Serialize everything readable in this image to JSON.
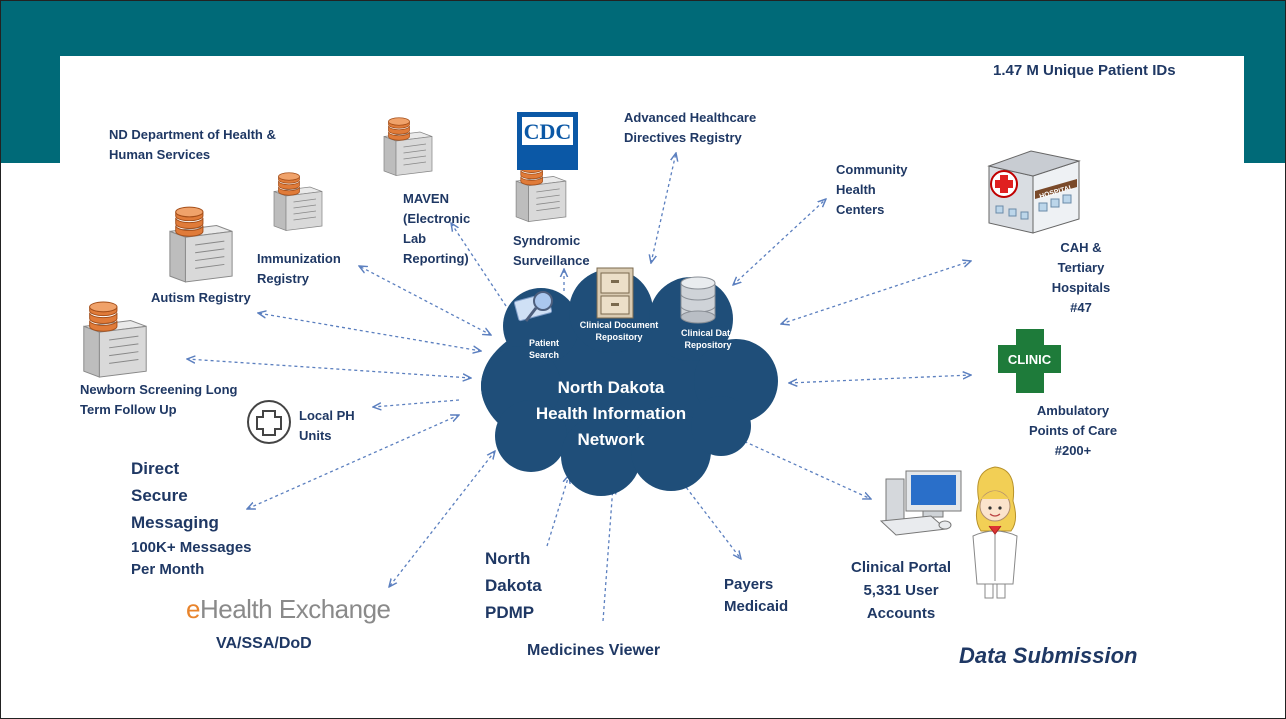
{
  "header": {
    "patient_ids": "1.47 M Unique Patient IDs"
  },
  "hub": {
    "title": "North Dakota\nHealth Information\nNetwork",
    "patient_search": "Patient\nSearch",
    "clinical_document_repository": "Clinical Document\nRepository",
    "clinical_data_repository": "Clinical Data\nRepository"
  },
  "nodes": {
    "nd_dept": "ND Department of Health &\nHuman Services",
    "maven": "MAVEN\n(Electronic\nLab\nReporting)",
    "cdc_logo": "CDC",
    "syndromic": "Syndromic\nSurveillance",
    "advanced_directives": "Advanced Healthcare\nDirectives Registry",
    "community_health": "Community\nHealth\nCenters",
    "immunization": "Immunization\nRegistry",
    "autism": "Autism Registry",
    "newborn": "Newborn Screening Long\nTerm Follow Up",
    "local_ph": "Local PH\nUnits",
    "direct_secure": "Direct\nSecure\nMessaging",
    "direct_messages": "100K+ Messages\nPer Month",
    "ehealth_e": "e",
    "ehealth_rest": "Health Exchange",
    "va_ssa": "VA/SSA/DoD",
    "nd_pdmp": "North\nDakota\nPDMP",
    "medicines_viewer": "Medicines Viewer",
    "payers": "Payers\nMedicaid",
    "clinical_portal": "Clinical Portal\n5,331 User\nAccounts",
    "cah": "CAH &\nTertiary\nHospitals\n#47",
    "hospital_sign": "HOSPITAL",
    "clinic_sign": "CLINIC",
    "ambulatory": "Ambulatory\nPoints of Care\n#200+"
  },
  "footer": {
    "data_submission": "Data Submission"
  },
  "colors": {
    "teal_banner": "#006a78",
    "navy_text": "#1f3864",
    "cloud": "#1f4e79",
    "arrow": "#5b7fbf",
    "server_disk": "#e07b39",
    "clinic_green": "#1e7b3a",
    "ehealth_orange": "#e8842c"
  },
  "icons": [
    "server-icon",
    "cdc-logo",
    "hospital-icon",
    "clinic-icon",
    "computer-icon",
    "doctor-icon",
    "plus-icon",
    "magnifier-icon",
    "filing-cabinet-icon",
    "database-icon",
    "cloud-shape"
  ]
}
